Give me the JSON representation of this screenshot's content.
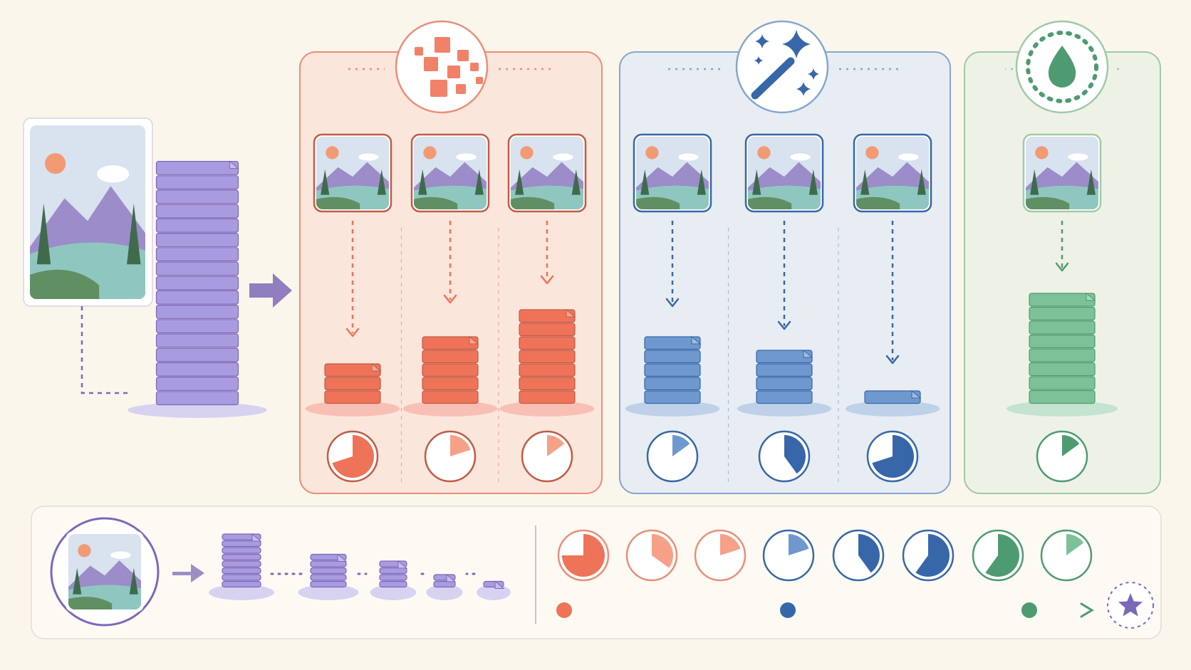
{
  "colors": {
    "background": "#fbf6ec",
    "purple": "#a99be0",
    "purple_dark": "#7c68b8",
    "red": "#ef7358",
    "red_light": "#f6a088",
    "red_panel": "#fbe6dc",
    "red_border": "#e98f78",
    "blue": "#6f98cf",
    "blue_dark": "#3767a8",
    "blue_panel": "#e8edf3",
    "blue_border": "#86a6cf",
    "green": "#7cc198",
    "green_dark": "#4e9b72",
    "green_panel": "#eef2e6",
    "green_border": "#9fcaa8"
  },
  "icons": {
    "red_group": "pixelated-squares-icon",
    "blue_group": "magic-wand-icon",
    "green_group": "water-drop-icon",
    "flow_arrow": "arrow-right-icon",
    "goal": "star-icon",
    "picture": "mountain-landscape-icon"
  },
  "source": {
    "stack_layers": 17
  },
  "groups": [
    {
      "color": "red",
      "variants": [
        {
          "layers": 3,
          "fraction": 0.7
        },
        {
          "layers": 5,
          "fraction": 0.2
        },
        {
          "layers": 7,
          "fraction": 0.15
        }
      ]
    },
    {
      "color": "blue",
      "variants": [
        {
          "layers": 5,
          "fraction": 0.15
        },
        {
          "layers": 4,
          "fraction": 0.4
        },
        {
          "layers": 1,
          "fraction": 0.7
        }
      ]
    },
    {
      "color": "green",
      "variants": [
        {
          "layers": 8,
          "fraction": 0.15
        }
      ]
    }
  ],
  "timeline": {
    "stacks": [
      8,
      5,
      4,
      2,
      1
    ],
    "pies": [
      {
        "color": "red",
        "fraction": 0.75
      },
      {
        "color": "red",
        "fraction": 0.35
      },
      {
        "color": "red",
        "fraction": 0.2
      },
      {
        "color": "blue",
        "fraction": 0.2
      },
      {
        "color": "blue",
        "fraction": 0.4
      },
      {
        "color": "blue",
        "fraction": 0.6
      },
      {
        "color": "green",
        "fraction": 0.6
      },
      {
        "color": "green",
        "fraction": 0.15
      }
    ]
  }
}
